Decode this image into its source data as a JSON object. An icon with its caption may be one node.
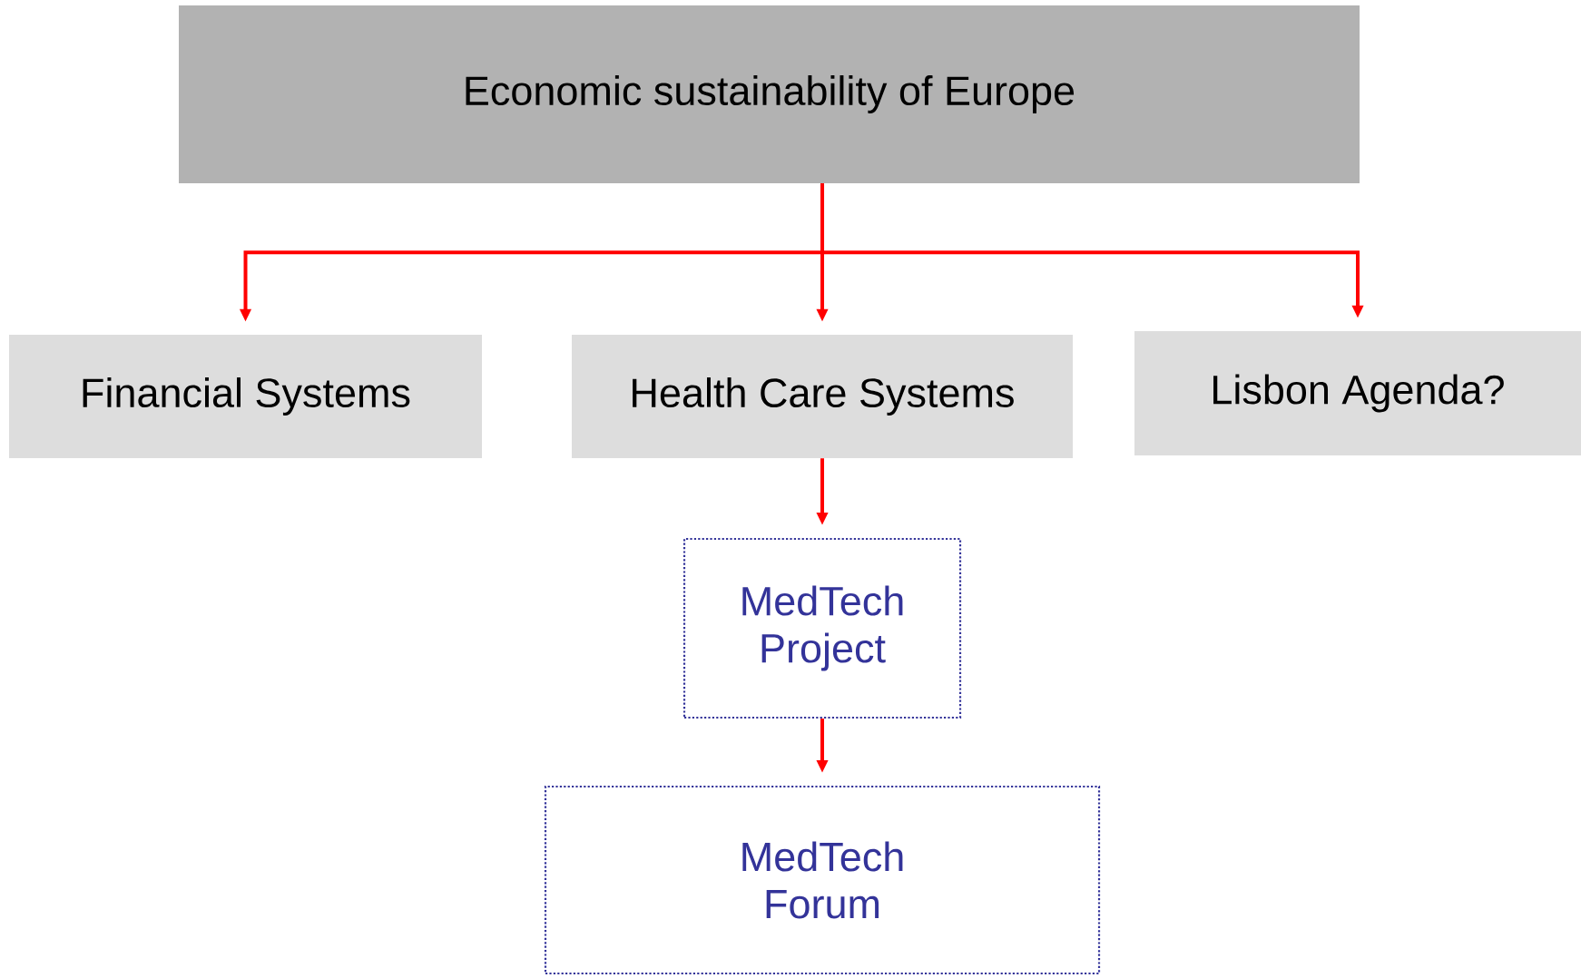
{
  "diagram": {
    "nodes": [
      {
        "text": [
          "Economic sustainability of Europe"
        ]
      },
      {
        "text": [
          "Financial Systems"
        ]
      },
      {
        "text": [
          "Health Care Systems"
        ]
      },
      {
        "text": [
          "Lisbon Agenda?"
        ]
      },
      {
        "text": [
          "MedTech Project"
        ]
      },
      {
        "text": [
          "MedTech Forum"
        ]
      }
    ],
    "edges": [
      {
        "from": 0,
        "to": 1,
        "arrow": "to"
      },
      {
        "from": 0,
        "to": 2,
        "arrow": "to"
      },
      {
        "from": 0,
        "to": 3,
        "arrow": "to"
      },
      {
        "from": 2,
        "to": 4,
        "arrow": "to"
      },
      {
        "from": 4,
        "to": 5,
        "arrow": "to"
      }
    ]
  }
}
